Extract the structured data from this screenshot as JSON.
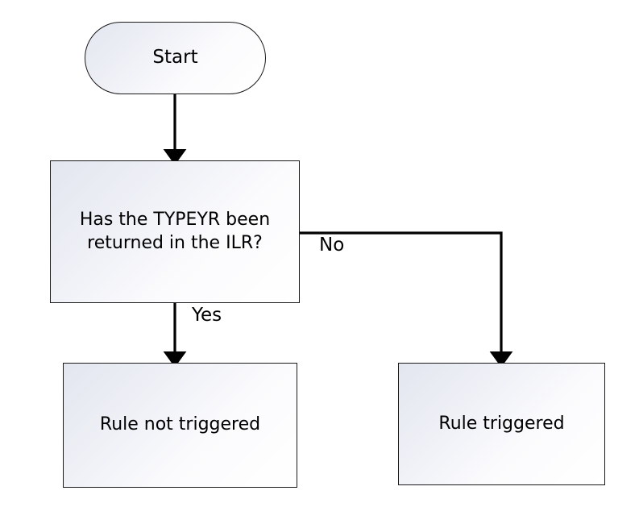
{
  "diagram": {
    "type": "flowchart",
    "orientation": "top-down",
    "background_color": "#ffffff",
    "node_border_color": "#1a1a1a",
    "node_fill_start": "#e3e6ef",
    "node_fill_end": "#ffffff",
    "connector_color": "#000000",
    "nodes": [
      {
        "id": "start",
        "shape": "terminator",
        "label": "Start"
      },
      {
        "id": "decision",
        "shape": "process",
        "label": "Has the TYPEYR been\nreturned in the ILR?"
      },
      {
        "id": "outcome_no_trigger",
        "shape": "process",
        "label": "Rule not triggered"
      },
      {
        "id": "outcome_trigger",
        "shape": "process",
        "label": "Rule triggered"
      }
    ],
    "edges": [
      {
        "id": "start_to_decision",
        "from": "start",
        "to": "decision",
        "label": ""
      },
      {
        "id": "decision_yes",
        "from": "decision",
        "to": "outcome_no_trigger",
        "label": "Yes"
      },
      {
        "id": "decision_no",
        "from": "decision",
        "to": "outcome_trigger",
        "label": "No"
      }
    ]
  }
}
